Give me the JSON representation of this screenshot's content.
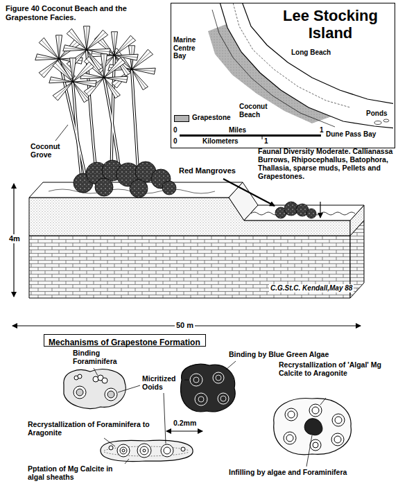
{
  "diagram": {
    "title": "Figure 40 Coconut Beach and the Grapestone Facies.",
    "nodes": [
      {
        "text": [
          "Lee Stocking Island"
        ]
      },
      {
        "text": [
          "Mechanisms of Grapestone Formation"
        ]
      }
    ],
    "labels": [
      "Marine Centre Bay",
      "Long Beach",
      "Coconut Beach",
      "Dune Pass Bay",
      "Ponds",
      "0",
      "Miles",
      "1",
      "0",
      "Kilometers",
      "1",
      "Coconut Grove",
      "Red Mangroves",
      "Faunal Diversity Moderate. Callianassa Burrows, Rhipocephallus, Batophora, Thallasia, sparse muds, Pellets and Grapestones.",
      "4m",
      "C.G.St.C. Kendall,May 88",
      "50 m",
      "Binding Foraminifera",
      "Micritized Ooids",
      "Binding by Blue Green Algae",
      "Recrystallization of 'Algal' Mg Calcite to Aragonite",
      "0.2mm",
      "Recrystallization of Foraminifera to Aragonite",
      "Pptation of Mg Calcite in algal sheaths",
      "Infilling by algae and Foraminifera"
    ],
    "legend": [
      {
        "text": "Grapestone",
        "color": "#b4b4b4"
      }
    ]
  }
}
